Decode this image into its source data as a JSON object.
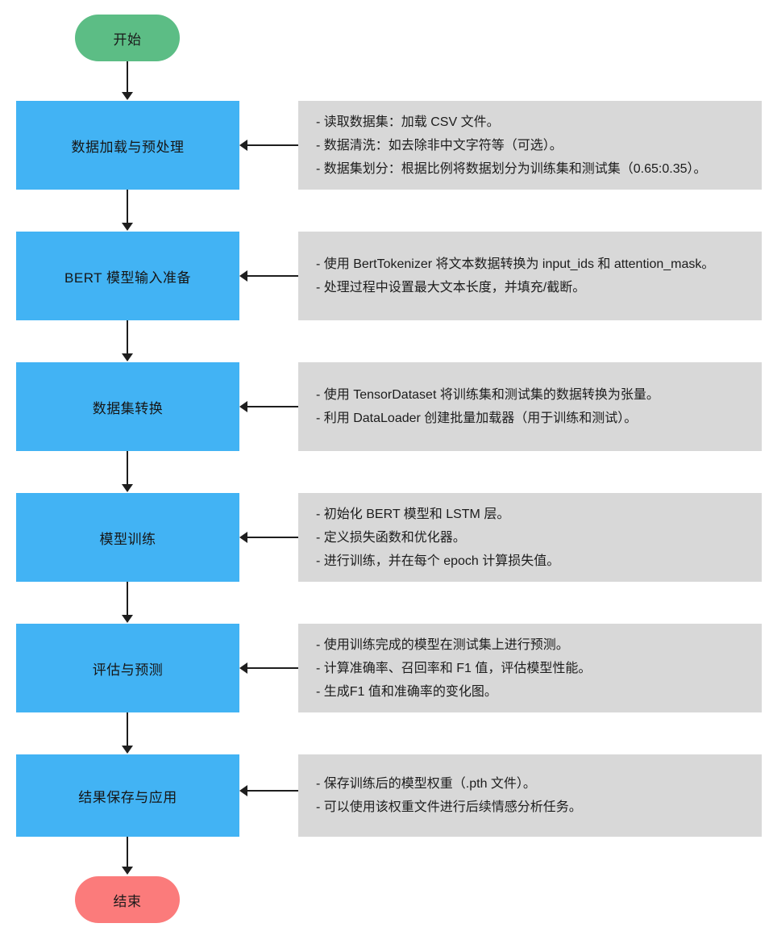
{
  "diagram": {
    "type": "flowchart",
    "orientation": "top-to-bottom",
    "colors": {
      "start_node": "#5cbd85",
      "end_node": "#fb7b7b",
      "process_node": "#42b3f4",
      "note_panel": "#d8d8d8",
      "connector": "#1e1e1e",
      "background": "#ffffff"
    },
    "start": {
      "label": "开始"
    },
    "end": {
      "label": "结束"
    },
    "steps": [
      {
        "label": "数据加载与预处理",
        "notes": [
          "- 读取数据集：加载 CSV 文件。",
          "- 数据清洗：如去除非中文字符等（可选）。",
          "- 数据集划分：根据比例将数据划分为训练集和测试集（0.65:0.35）。"
        ]
      },
      {
        "label": "BERT 模型输入准备",
        "notes": [
          "- 使用 BertTokenizer 将文本数据转换为 input_ids 和 attention_mask。",
          "- 处理过程中设置最大文本长度，并填充/截断。"
        ]
      },
      {
        "label": "数据集转换",
        "notes": [
          "- 使用 TensorDataset 将训练集和测试集的数据转换为张量。",
          "- 利用 DataLoader 创建批量加载器（用于训练和测试）。"
        ]
      },
      {
        "label": "模型训练",
        "notes": [
          "- 初始化 BERT 模型和 LSTM 层。",
          "- 定义损失函数和优化器。",
          "- 进行训练，并在每个 epoch 计算损失值。"
        ]
      },
      {
        "label": "评估与预测",
        "notes": [
          "- 使用训练完成的模型在测试集上进行预测。",
          "- 计算准确率、召回率和 F1 值，评估模型性能。",
          "- 生成F1 值和准确率的变化图。"
        ]
      },
      {
        "label": "结果保存与应用",
        "notes": [
          "- 保存训练后的模型权重（.pth 文件）。",
          "- 可以使用该权重文件进行后续情感分析任务。"
        ]
      }
    ]
  }
}
